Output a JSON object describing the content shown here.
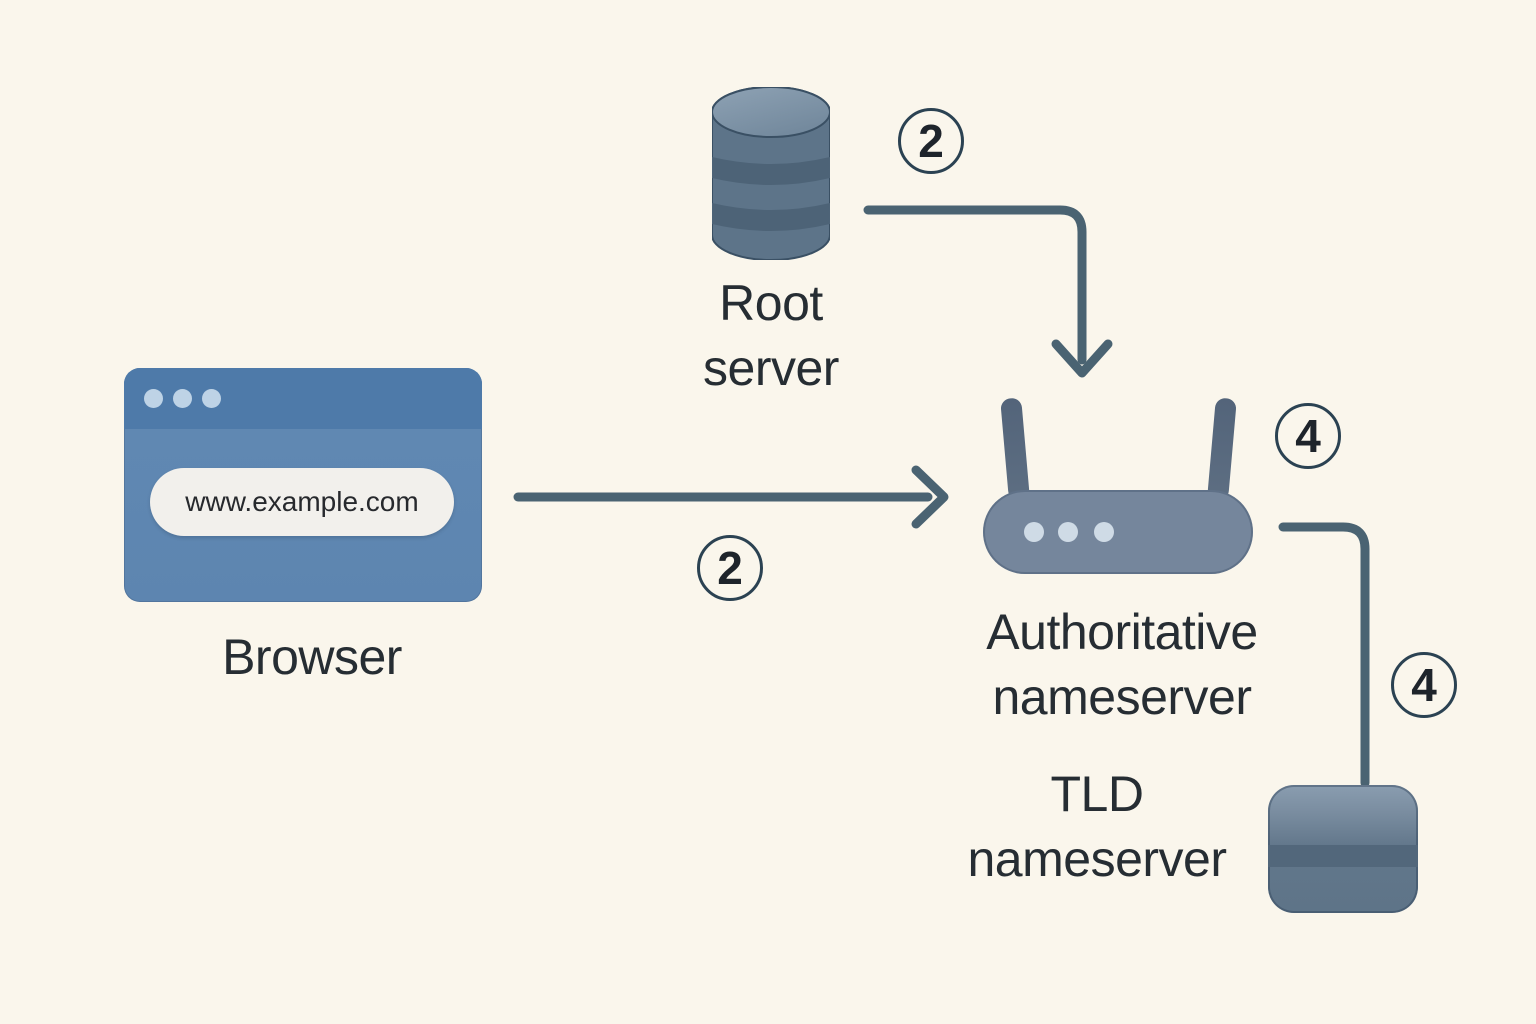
{
  "nodes": {
    "browser": {
      "label": "Browser",
      "url_text": "www.example.com"
    },
    "root_server": {
      "label_line1": "Root",
      "label_line2": "server"
    },
    "authoritative_nameserver": {
      "label_line1": "Authoritative",
      "label_line2": "nameserver"
    },
    "tld_nameserver": {
      "label_line1": "TLD",
      "label_line2": "nameserver"
    }
  },
  "step_badges": {
    "root_to_authoritative": "2",
    "browser_to_authoritative": "2",
    "authoritative_response": "4",
    "authoritative_to_tld": "4"
  },
  "colors": {
    "background": "#faf6ec",
    "connector": "#4a6372",
    "badge_ring": "#2b4252",
    "label_text": "#262d33",
    "browser_titlebar": "#4e7aa9",
    "browser_window": "#6089b3",
    "url_pill": "#f2f0ec",
    "cylinder_body": "#5d7489",
    "cylinder_band": "#4d6377",
    "router_body": "#75869c",
    "antenna": "#57687c",
    "tld_box": "#62778b"
  }
}
